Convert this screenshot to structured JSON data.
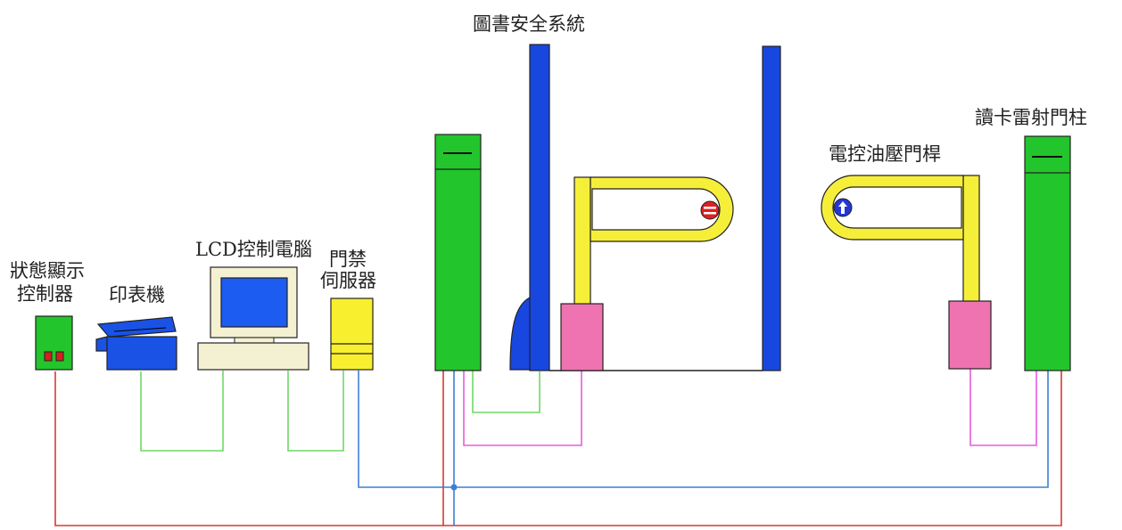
{
  "labels": {
    "security_system": "圖書安全系統",
    "card_reader_post": "讀卡雷射門柱",
    "hydraulic_gate_arm": "電控油壓門桿",
    "lcd_computer": "LCD控制電腦",
    "door_server_line1": "門禁",
    "door_server_line2": "伺服器",
    "printer": "印表機",
    "status_controller_line1": "狀態顯示",
    "status_controller_line2": "控制器"
  },
  "colors": {
    "post_green": "#22c52b",
    "antenna_blue": "#1847e0",
    "printer_blue": "#1a52e6",
    "gate_yellow": "#f6ef3a",
    "motor_pink": "#ef73b1",
    "server_yellow": "#f8f02e",
    "monitor_beige": "#f4f0d2",
    "screen_blue": "#1c5cf0",
    "red_wire": "#d33b34",
    "blue_wire": "#3d7fd7",
    "green_wire": "#6fd865",
    "pink_wire": "#e65be0"
  }
}
